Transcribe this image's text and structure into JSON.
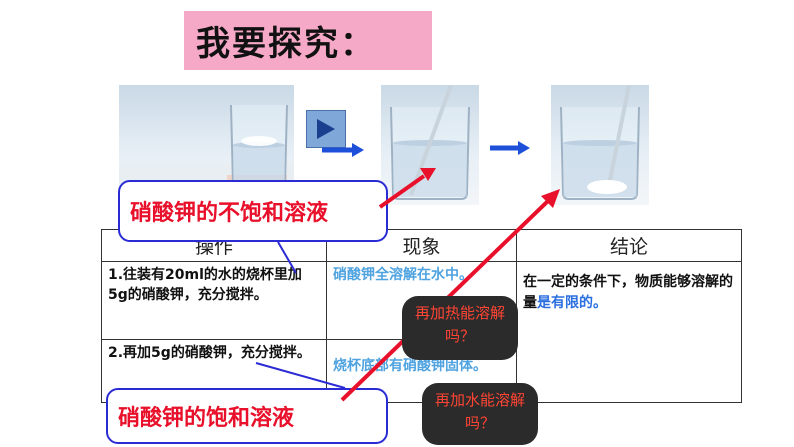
{
  "title": "我要探究：",
  "callouts": {
    "unsaturated": "硝酸钾的不饱和溶液",
    "saturated": "硝酸钾的饱和溶液"
  },
  "table": {
    "headers": [
      "操作",
      "现象",
      "结论"
    ],
    "rows": [
      {
        "operation": "1.往装有20ml的水的烧杯里加5g的硝酸钾，充分搅拌。",
        "observation": "硝酸钾全溶解在水中。"
      },
      {
        "operation": "2.再加5g的硝酸钾，充分搅拌。",
        "observation": "烧杯底部有硝酸钾固体。"
      }
    ],
    "conclusion_prefix": "在一定的条件下，物质能够溶解的量",
    "conclusion_highlight": "是有",
    "conclusion_suffix": "限的。"
  },
  "bubbles": {
    "heat": "再加热能溶解吗？",
    "water": "再加水能溶解吗？"
  },
  "colors": {
    "title_bg": "#f6a9c7",
    "callout_text": "#e8102a",
    "callout_border": "#2b2bd6",
    "observation_text": "#4fa3e0",
    "bubble_bg": "#2b2b2b",
    "bubble_text": "#ff4433",
    "arrow_blue": "#1e4fd8"
  },
  "icons": [
    "play-icon",
    "arrow-right-icon",
    "beaker-image"
  ]
}
